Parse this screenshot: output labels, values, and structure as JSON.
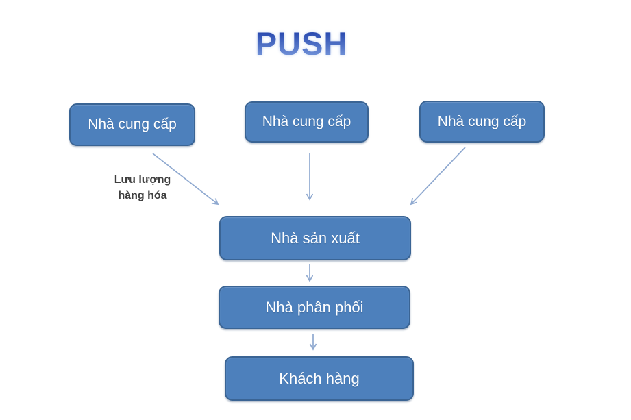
{
  "title": {
    "text": "PUSH"
  },
  "diagram": {
    "suppliers": [
      {
        "id": "supplier-1",
        "label": "Nhà cung cấp"
      },
      {
        "id": "supplier-2",
        "label": "Nhà cung cấp"
      },
      {
        "id": "supplier-3",
        "label": "Nhà cung cấp"
      }
    ],
    "flow_label": {
      "line1": "Lưu lượng",
      "line2": "hàng hóa"
    },
    "producer": {
      "label": "Nhà sản xuất"
    },
    "distributor": {
      "label": "Nhà phân phối"
    },
    "customer": {
      "label": "Khách hàng"
    },
    "connections": [
      {
        "from": "supplier-1",
        "to": "producer"
      },
      {
        "from": "supplier-2",
        "to": "producer"
      },
      {
        "from": "supplier-3",
        "to": "producer"
      },
      {
        "from": "producer",
        "to": "distributor"
      },
      {
        "from": "distributor",
        "to": "customer"
      }
    ]
  },
  "colors": {
    "node_fill": "#4d80bc",
    "node_border": "#3a6494",
    "node_text": "#ffffff",
    "arrow": "#8fa9d0",
    "flow_label_text": "#3f3f3f",
    "title_gradient_top": "#1d3ea9",
    "title_gradient_bottom": "#7e9fdf"
  }
}
